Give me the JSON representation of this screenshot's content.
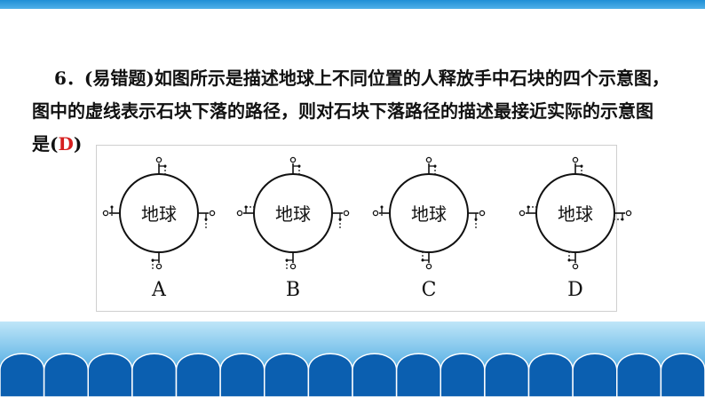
{
  "question": {
    "line1_prefix": "6．",
    "line1_rest": "(易错题)如图所示是描述地球上不同位置的人释放手中石块的四个示意图，",
    "line2": "图中的虚线表示石块下落的路径，则对石块下落路径的描述最接近实际的示意图",
    "line3_prefix": "是(",
    "answer": "D",
    "line3_suffix": ")"
  },
  "diagrams": [
    {
      "label": "A",
      "earth_text": "地球",
      "variant": "outward"
    },
    {
      "label": "B",
      "earth_text": "地球",
      "variant": "inward"
    },
    {
      "label": "C",
      "earth_text": "地球",
      "variant": "mixed"
    },
    {
      "label": "D",
      "earth_text": "地球",
      "variant": "toward-center"
    }
  ],
  "colors": {
    "answer": "#d61f1f",
    "footer_sea": "#1a8fd8",
    "footer_wave": "#0b5fb0"
  }
}
